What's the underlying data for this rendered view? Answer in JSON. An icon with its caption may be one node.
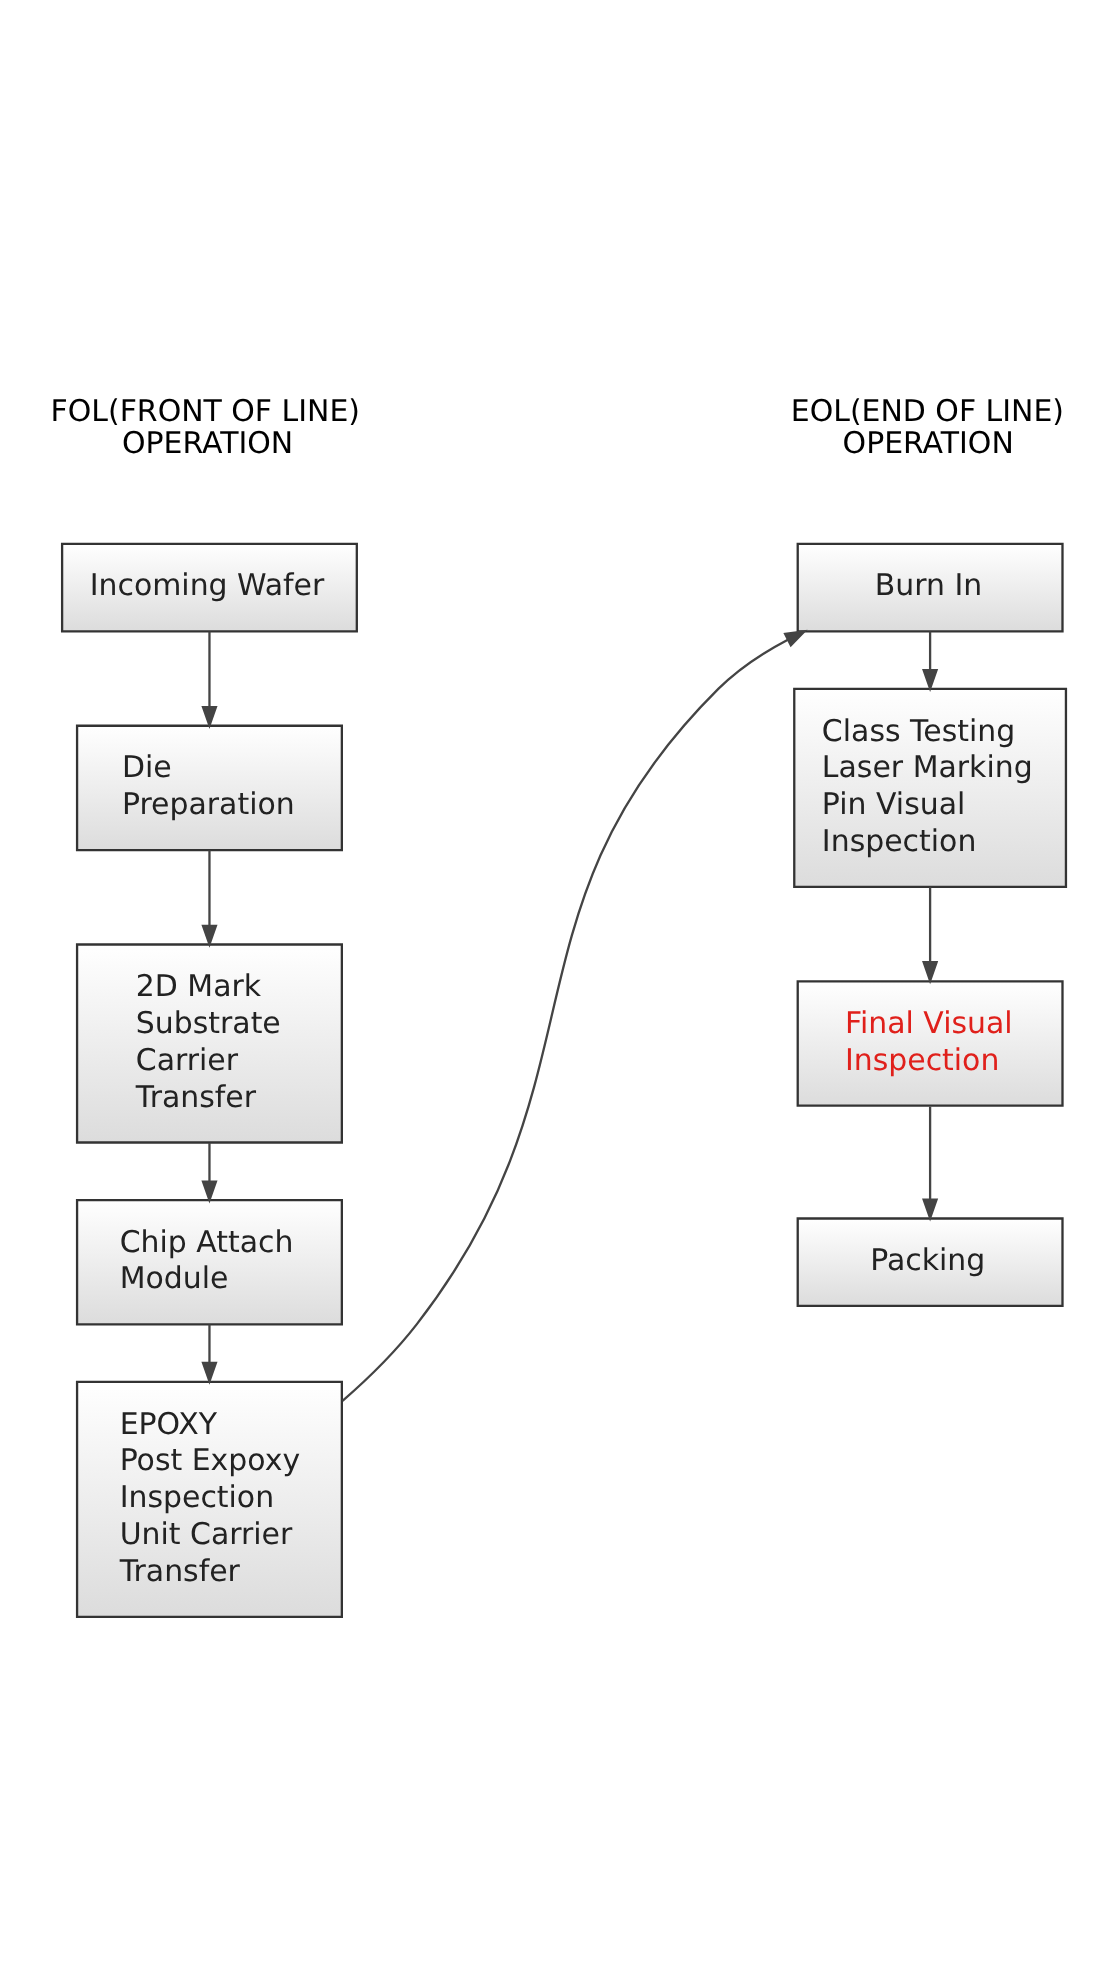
{
  "diagram": {
    "nodes": [
      {
        "text": [
          "Incoming Wafer"
        ]
      },
      {
        "text": [
          "Die Preparation"
        ]
      },
      {
        "text": [
          "2D Mark",
          "Substrate Carrier Transfer"
        ]
      },
      {
        "text": [
          "Chip Attach Module"
        ]
      },
      {
        "text": [
          "EPOXY",
          "Post Expoxy Inspection",
          "Unit Carrier Transfer"
        ]
      },
      {
        "text": [
          "Burn In"
        ]
      },
      {
        "text": [
          "Class Testing",
          "Laser Marking",
          "Pin Visual Inspection"
        ]
      },
      {
        "text": [
          "Final Visual Inspection"
        ]
      },
      {
        "text": [
          "Packing"
        ]
      }
    ],
    "edges": [
      {
        "from": 0,
        "to": 1,
        "arrow": "to"
      },
      {
        "from": 1,
        "to": 2,
        "arrow": "to"
      },
      {
        "from": 2,
        "to": 3,
        "arrow": "to"
      },
      {
        "from": 3,
        "to": 4,
        "arrow": "to"
      },
      {
        "from": 4,
        "to": 5,
        "arrow": "to"
      },
      {
        "from": 5,
        "to": 6,
        "arrow": "to"
      },
      {
        "from": 6,
        "to": 7,
        "arrow": "to"
      },
      {
        "from": 7,
        "to": 8,
        "arrow": "to"
      }
    ],
    "labels": [
      "FOL(FRONT OF LINE) OPERATION",
      "EOL(END OF LINE) OPERATION"
    ]
  }
}
